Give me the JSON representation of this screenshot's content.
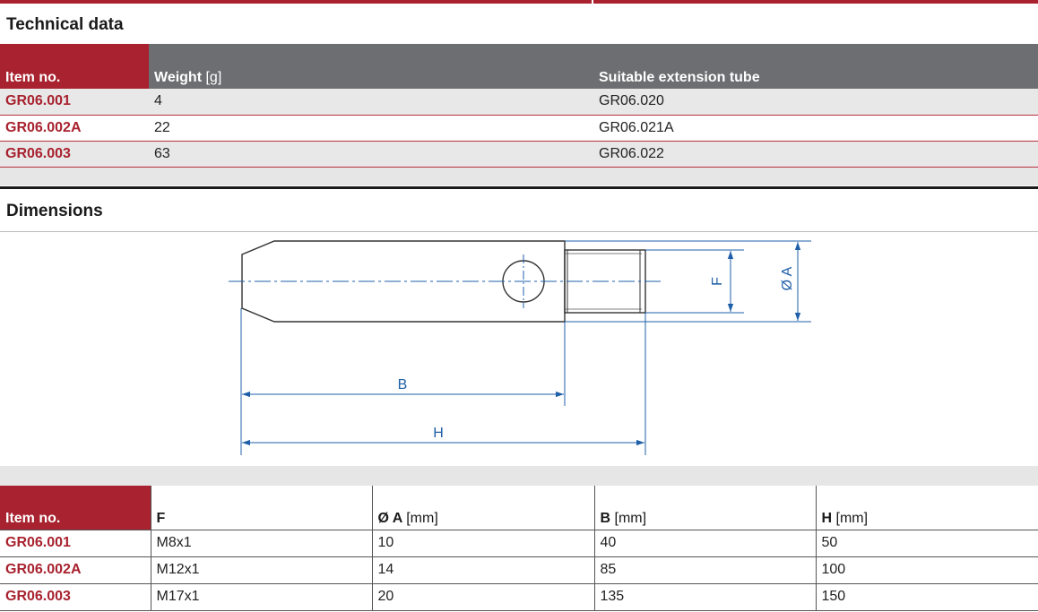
{
  "technical": {
    "title": "Technical data",
    "headers": {
      "item": "Item no.",
      "weight": "Weight",
      "weight_unit": "[g]",
      "tube": "Suitable extension tube"
    },
    "rows": [
      {
        "item": "GR06.001",
        "weight": "4",
        "tube": "GR06.020"
      },
      {
        "item": "GR06.002A",
        "weight": "22",
        "tube": "GR06.021A"
      },
      {
        "item": "GR06.003",
        "weight": "63",
        "tube": "GR06.022"
      }
    ]
  },
  "dimensions": {
    "title": "Dimensions",
    "drawing_labels": {
      "B": "B",
      "H": "H",
      "F": "F",
      "A": "Ø A"
    },
    "headers": {
      "item": "Item no.",
      "f": "F",
      "a": "Ø A",
      "a_unit": "[mm]",
      "b": "B",
      "b_unit": "[mm]",
      "h": "H",
      "h_unit": "[mm]"
    },
    "rows": [
      {
        "item": "GR06.001",
        "f": "M8x1",
        "a": "10",
        "b": "40",
        "h": "50"
      },
      {
        "item": "GR06.002A",
        "f": "M12x1",
        "a": "14",
        "b": "85",
        "h": "100"
      },
      {
        "item": "GR06.003",
        "f": "M17x1",
        "a": "20",
        "b": "135",
        "h": "150"
      }
    ]
  },
  "colors": {
    "accent": "#a8222f",
    "header_grey": "#6d6e71",
    "dimension_blue": "#1f5fa8"
  }
}
